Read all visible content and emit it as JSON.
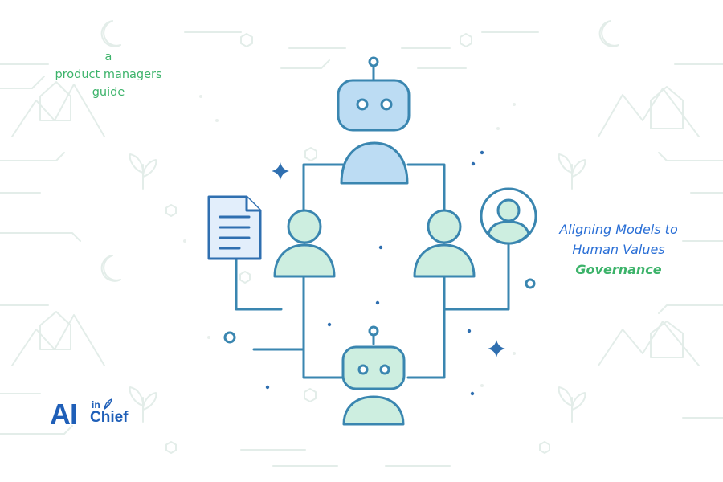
{
  "tagline": {
    "line1": "a",
    "line2": "product managers",
    "line3": "guide"
  },
  "title": {
    "line1": "Aligning Models to",
    "line2": "Human Values",
    "accent": "Governance"
  },
  "logo": {
    "main": "AI",
    "small": "in",
    "sub": "Chief"
  },
  "colors": {
    "green_text": "#3cb36a",
    "blue_text": "#2a6fd6",
    "logo_blue": "#1f5fb8",
    "stroke": "#3a86b0",
    "robot_top_fill": "#bcdcf3",
    "person_fill": "#cdeee0",
    "doc_fill": "#e2eefb",
    "doc_stroke": "#2f6fb0",
    "pattern": "#e3ede9"
  },
  "icons": [
    "robot-icon",
    "person-icon",
    "document-icon",
    "user-circle-icon",
    "sparkle-icon",
    "moon-icon",
    "hexagon-icon",
    "sprout-icon",
    "mountain-icon"
  ]
}
